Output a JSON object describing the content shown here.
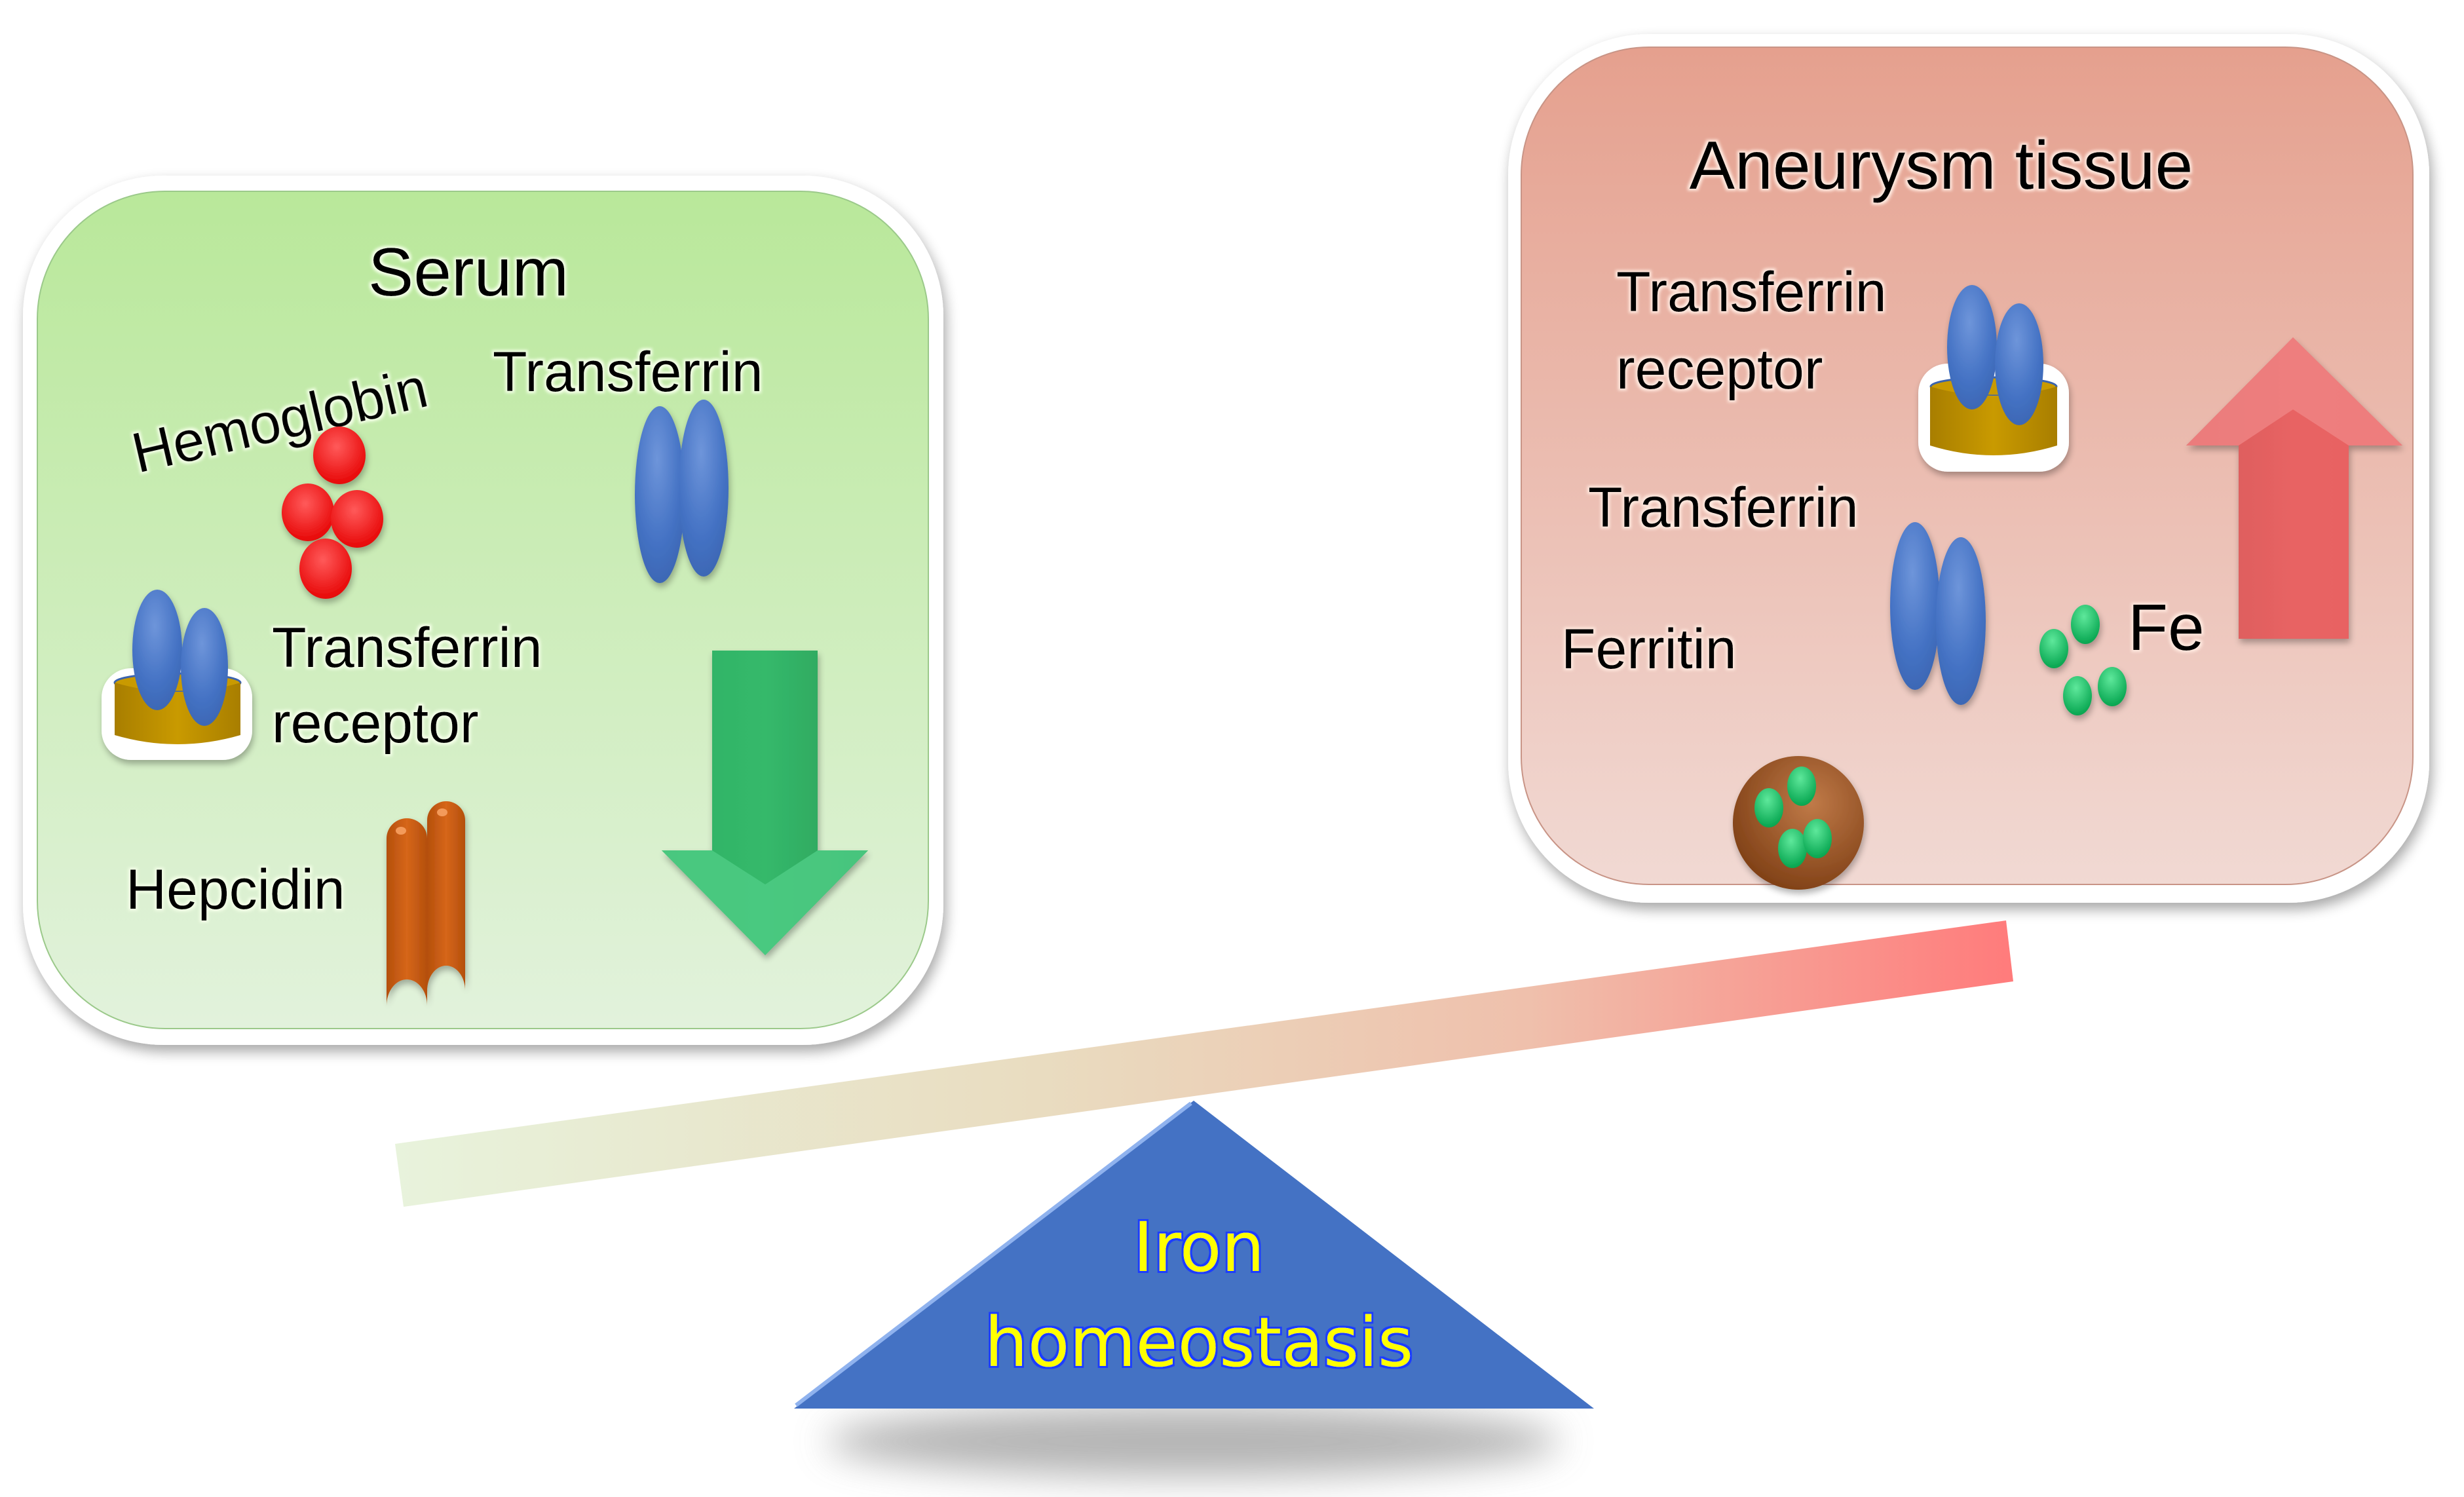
{
  "figure": {
    "topic": "Iron homeostasis imbalance between serum and aneurysm tissue",
    "colors": {
      "serum_panel_top": "#B9E89A",
      "serum_panel_bottom": "#E2F2DC",
      "aneurysm_panel_top": "#E5A08E",
      "aneurysm_panel_bottom": "#F1D9D3",
      "transferrin_blue": "#4472C4",
      "receptor_gold": "#BF9000",
      "hemoglobin_red": "#FF0000",
      "hepcidin_orange": "#C55A11",
      "iron_green": "#00B050",
      "ferritin_brown": "#8B4A1E",
      "down_arrow_green": "#2EB062",
      "up_arrow_red": "#E86464",
      "fulcrum_blue": "#4472C4",
      "fulcrum_text_yellow": "#FFFF00",
      "beam_left": "#E8F3DC",
      "beam_right": "#FF7B7B"
    }
  },
  "serum_panel": {
    "title": "Serum",
    "trend": "decrease",
    "trend_icon": "down-arrow-icon",
    "items": {
      "hemoglobin": {
        "label": "Hemoglobin",
        "icon": "hemoglobin-icon"
      },
      "transferrin": {
        "label": "Transferrin",
        "icon": "transferrin-icon"
      },
      "transferrin_receptor": {
        "label_line1": "Transferrin",
        "label_line2": "receptor",
        "icon": "transferrin-receptor-icon"
      },
      "hepcidin": {
        "label": "Hepcidin",
        "icon": "hepcidin-icon"
      }
    }
  },
  "aneurysm_panel": {
    "title": "Aneurysm tissue",
    "trend": "increase",
    "trend_icon": "up-arrow-icon",
    "items": {
      "transferrin_receptor": {
        "label_line1": "Transferrin",
        "label_line2": "receptor",
        "icon": "transferrin-receptor-icon"
      },
      "transferrin": {
        "label": "Transferrin",
        "icon": "transferrin-icon"
      },
      "ferritin": {
        "label": "Ferritin",
        "icon": "ferritin-icon"
      },
      "iron": {
        "label": "Fe",
        "icon": "iron-particles-icon"
      }
    }
  },
  "balance": {
    "fulcrum_line1": "Iron",
    "fulcrum_line2": "homeostasis",
    "tilt": "aneurysm side raised"
  }
}
